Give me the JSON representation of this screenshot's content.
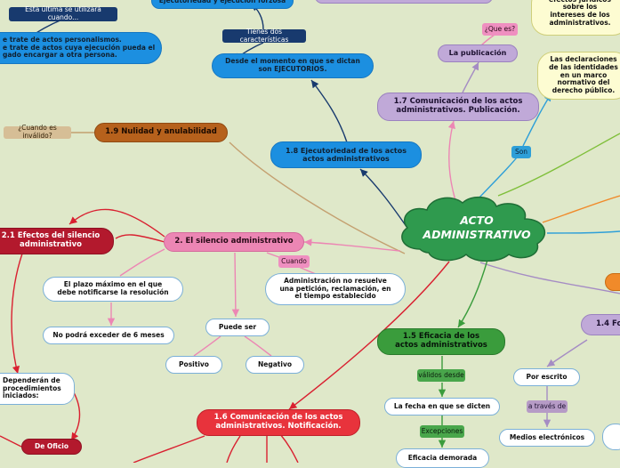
{
  "central": {
    "title": "ACTO\nADMINISTRATIVO"
  },
  "nodes": {
    "n_ultima": "Esta última se utilizará cuando...",
    "n_personalismos": "e trate de actos personalismos.\ne trate de actos cuya ejecución pueda el\ngado encargar a otra persona.",
    "n_ejec_forzosa": "Ejecutoriedad y ejecución forzosa",
    "n_tienes_dos": "Tienes dos características",
    "n_desde_momento": "Desde el momento en que se dictan\nson EJECUTORIOS.",
    "n_18_ejecutoriedad": "1.8 Ejecutoriedad de los actos\nactos administrativos",
    "n_que_es": "¿Que es?",
    "n_publicacion": "La publicación",
    "n_17_comunicacion": "1.7 Comunicación de los actos\nadministrativos. Publicación.",
    "n_efectos_juridicos": "efectos jurídicos\nsobre los\nintereses de los\nadministrativos.",
    "n_declaraciones": "Las declaraciones\nde las identidades\nen un marco\nnormativo del\nderecho público.",
    "n_son": "Son",
    "n_cuando_invalido": "¿Cuando es inválido?",
    "n_19_nulidad": "1.9 Nulidad y anulabilidad",
    "n_21_efectos": "2.1 Efectos del silencio\nadministrativo",
    "n_2_silencio": "2. El silencio administrativo",
    "n_cuando": "Cuando",
    "n_no_resuelve": "Administración no resuelve\nuna petición, reclamación, en\nel tiempo establecido",
    "n_plazo_max": "El plazo máximo en el que\ndebe notificarse la resolución",
    "n_no_exceder": "No podrá exceder de 6 meses",
    "n_puede_ser": "Puede ser",
    "n_positivo": "Positivo",
    "n_negativo": "Negativo",
    "n_15_eficacia": "1.5 Eficacia de los\nactos administrativos",
    "n_validos_desde": "válidos desde",
    "n_fecha_dicten": "La fecha en que se dicten",
    "n_excepciones": "Excepciones",
    "n_eficacia_demorada": "Eficacia demorada",
    "n_dependeran": "Dependerán de\nprocedimientos\niniciados:",
    "n_de_oficio": "De Oficio",
    "n_16_comunicacion": "1.6 Comunicación de los actos\nadministrativos. Notificación.",
    "n_14_fo": "1.4 Fo",
    "n_por_escrito": "Por escrito",
    "n_a_traves_de": "a través de",
    "n_medios_electronicos": "Medios electrónicos"
  }
}
